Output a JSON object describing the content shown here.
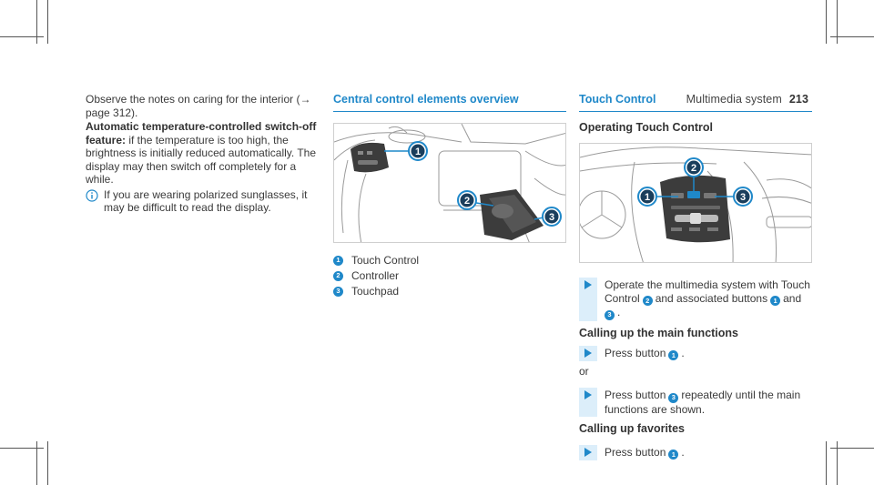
{
  "header": {
    "section": "Multimedia system",
    "page_number": "213"
  },
  "col1": {
    "intro": "Observe the notes on caring for the interior (→ page 312).",
    "auto_label": "Automatic temperature-controlled switch-off feature:",
    "auto_text": " if the temperature is too high, the brightness is initially reduced automatically. The display may then switch off completely for a while.",
    "note_icon": "info-circle-icon",
    "note_text": "If you are wearing polarized sunglasses, it may be difficult to read the display."
  },
  "col2": {
    "title": "Central control elements overview",
    "legend": [
      {
        "num": "1",
        "label": "Touch Control"
      },
      {
        "num": "2",
        "label": "Controller"
      },
      {
        "num": "3",
        "label": "Touchpad"
      }
    ]
  },
  "col3": {
    "title": "Touch Control",
    "subtitle": "Operating Touch Control",
    "step1_a": "Operate the multimedia system with Touch Control",
    "step1_n2": "2",
    "step1_b": "and associated buttons",
    "step1_n1": "1",
    "step1_c": "and",
    "step1_n3": "3",
    "step1_d": ".",
    "main_title": "Calling up the main functions",
    "step2_a": "Press button",
    "step2_n": "1",
    "step2_b": ".",
    "or": "or",
    "step3_a": "Press button",
    "step3_n": "3",
    "step3_b": "repeatedly until the main functions are shown.",
    "fav_title": "Calling up favorites",
    "step4_a": "Press button",
    "step4_n": "1",
    "step4_b": "."
  },
  "fig1_callouts": [
    "1",
    "2",
    "3"
  ],
  "fig2_callouts": [
    "1",
    "2",
    "3"
  ],
  "colors": {
    "accent": "#1f88c9",
    "step_bg": "#dceefa"
  }
}
